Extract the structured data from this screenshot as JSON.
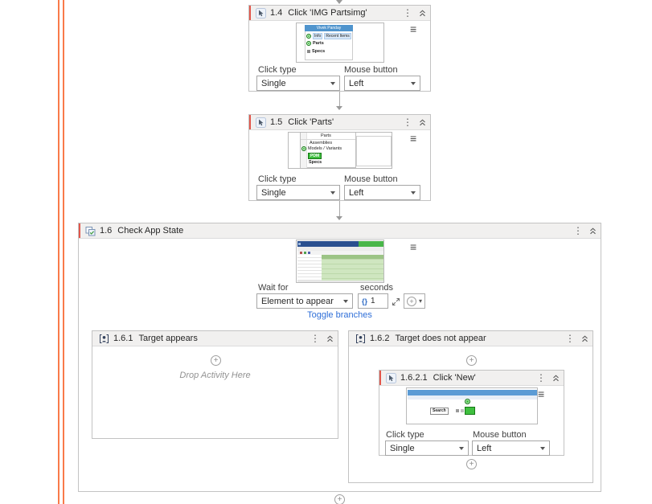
{
  "icons": {
    "kebab": "⋮",
    "hamburger": "≡",
    "plus": "+",
    "caret_down": "▾",
    "braces": "{}"
  },
  "common": {
    "click_type_label": "Click type",
    "mouse_button_label": "Mouse button",
    "click_type_value": "Single",
    "mouse_button_value": "Left",
    "toggle_branches": "Toggle branches",
    "drop_hint": "Drop Activity Here"
  },
  "card_14": {
    "num": "1.4",
    "title": "Click 'IMG Partsimg'",
    "thumb": {
      "window_title": "Vivek Panday",
      "info": "Info",
      "recent_items": "Recent Items",
      "parts": "Parts",
      "specs": "Specs"
    }
  },
  "card_15": {
    "num": "1.5",
    "title": "Click 'Parts'",
    "thumb": {
      "parts": "Parts",
      "assemblies": "Assemblies",
      "models_variants": "Models / Variants",
      "pdm": "PDM",
      "specs": "Specs"
    }
  },
  "card_16": {
    "num": "1.6",
    "title": "Check App State",
    "wait_for_label": "Wait for",
    "seconds_label": "seconds",
    "wait_for_value": "Element to appear",
    "seconds_value": "1"
  },
  "branch_161": {
    "num": "1.6.1",
    "title": "Target appears"
  },
  "branch_162": {
    "num": "1.6.2",
    "title": "Target does not appear"
  },
  "card_1621": {
    "num": "1.6.2.1",
    "title": "Click 'New'",
    "thumb": {
      "search": "Search"
    }
  }
}
